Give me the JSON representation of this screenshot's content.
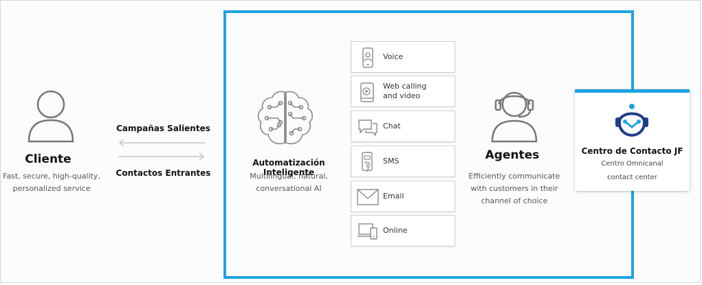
{
  "cliente": {
    "title": "Cliente",
    "description": "Fast, secure, high-quality,\npersonalized service"
  },
  "flows": {
    "outbound": "Campañas Salientes",
    "inbound": "Contactos Entrantes"
  },
  "automation": {
    "title": "Automatización Inteligente",
    "description": "Multilingual, natural,\nconversational AI"
  },
  "channels": [
    {
      "label": "Voice",
      "icon": "phone-icon"
    },
    {
      "label": "Web calling\nand video",
      "icon": "video-call-icon"
    },
    {
      "label": "Chat",
      "icon": "chat-icon"
    },
    {
      "label": "SMS",
      "icon": "sms-icon"
    },
    {
      "label": "Email",
      "icon": "email-icon"
    },
    {
      "label": "Online",
      "icon": "devices-icon"
    }
  ],
  "agentes": {
    "title": "Agentes",
    "description": "Efficiently communicate\nwith customers in their\nchannel of choice"
  },
  "contact_center": {
    "title": "Centro de Contacto JF",
    "subtitle_line1": "Centro Omnicanal",
    "subtitle_line2": "contact center",
    "accent_color": "#1ea3e0",
    "logo_color": "#1f3e8a"
  }
}
